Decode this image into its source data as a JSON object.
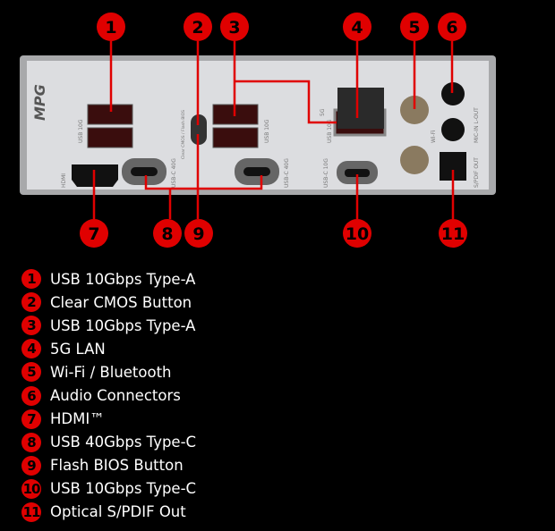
{
  "colors": {
    "accent": "#e00000",
    "panel": "#d9dadc",
    "background": "#000000"
  },
  "legend": [
    {
      "n": "1",
      "label": "USB 10Gbps Type-A"
    },
    {
      "n": "2",
      "label": "Clear CMOS Button"
    },
    {
      "n": "3",
      "label": "USB 10Gbps Type-A"
    },
    {
      "n": "4",
      "label": "5G LAN"
    },
    {
      "n": "5",
      "label": "Wi-Fi / Bluetooth"
    },
    {
      "n": "6",
      "label": "Audio Connectors"
    },
    {
      "n": "7",
      "label": "HDMI™"
    },
    {
      "n": "8",
      "label": "USB 40Gbps Type-C"
    },
    {
      "n": "9",
      "label": "Flash BIOS Button"
    },
    {
      "n": "10",
      "label": "USB 10Gbps Type-C"
    },
    {
      "n": "11",
      "label": "Optical S/PDIF Out"
    }
  ],
  "panel_labels": {
    "logo": "MPG",
    "usb_a_1": "USB 10G",
    "usb_a_2": "USB 10G",
    "lan": "5G",
    "usb_c_40_1": "USB-C 40G",
    "usb_c_40_2": "USB-C 40G",
    "usb_c_10": "USB-C 10G",
    "usb_lan": "USB 10G",
    "hdmi": "HDMI",
    "wifi": "Wi-Fi",
    "spdif": "S/PDIF OUT",
    "audio": "MIC-IN  L-OUT",
    "buttons": "Clear CMOS / Flash BIOS"
  }
}
